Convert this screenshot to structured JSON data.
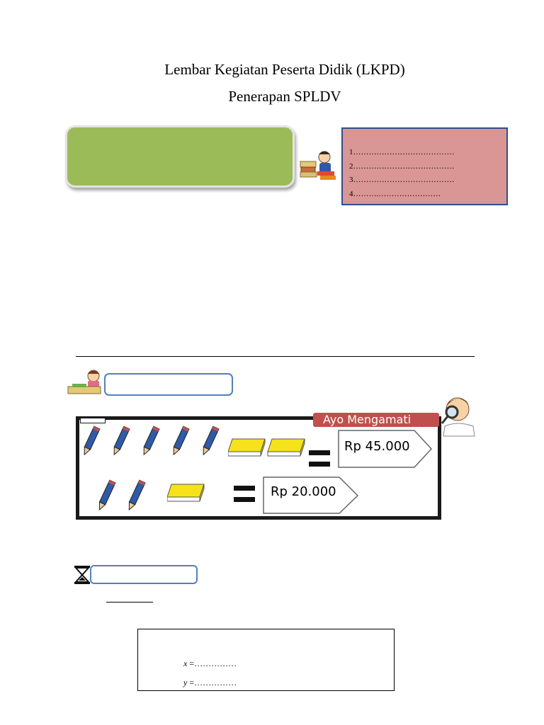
{
  "header": {
    "title_line1": "Lembar Kegiatan Peserta Didik (LKPD)",
    "title_line2": "Penerapan SPLDV"
  },
  "objectives": {
    "items": [
      "1…………………………………",
      "2…………………………………",
      "3…………………………………",
      "4……….……………………"
    ]
  },
  "observe": {
    "banner": "Ayo Mengamati",
    "row1_price": "Rp 45.000",
    "row2_price": "Rp 20.000",
    "row1_pencils": 5,
    "row1_books": 2,
    "row2_pencils": 2,
    "row2_books": 1
  },
  "answer": {
    "x_var": "x",
    "y_var": "y",
    "x_value": "=……………",
    "y_value": "=……………"
  },
  "colors": {
    "green_box": "#9bbb59",
    "pink_box": "#d99694",
    "banner": "#c0504d",
    "pill_border": "#4f81bd"
  },
  "icons": [
    "student-reading-icon",
    "student-writing-icon",
    "boy-magnifier-icon",
    "pencil-icon",
    "book-icon",
    "equals-icon",
    "price-tag-icon",
    "hourglass-icon"
  ]
}
